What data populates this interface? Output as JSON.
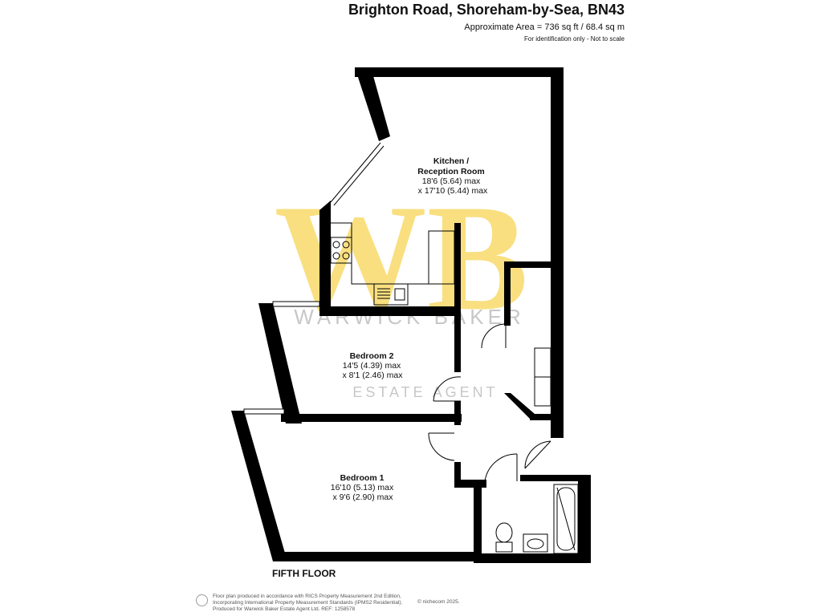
{
  "header": {
    "address": "Brighton Road, Shoreham-by-Sea, BN43",
    "area": "Approximate Area = 736 sq ft / 68.4 sq m",
    "note": "For identification only - Not to scale"
  },
  "watermark": {
    "monogram": "WB",
    "line1": "WARWICK BAKER",
    "line2": "ESTATE AGENT",
    "color": "#f5c518"
  },
  "rooms": [
    {
      "name_line1": "Kitchen /",
      "name_line2": "Reception Room",
      "dim1": "18'6 (5.64) max",
      "dim2": "x 17'10 (5.44) max"
    },
    {
      "name": "Bedroom 2",
      "dim1": "14'5 (4.39) max",
      "dim2": "x 8'1 (2.46) max"
    },
    {
      "name": "Bedroom 1",
      "dim1": "16'10 (5.13) max",
      "dim2": "x 9'6 (2.90) max"
    }
  ],
  "floor_label": "FIFTH FLOOR",
  "footer": {
    "line1": "Floor plan produced in accordance with RICS Property Measurement 2nd Edition,",
    "line2": "Incorporating International Property Measurement Standards (IPMS2 Residential).",
    "line3": "Produced for Warwick Baker Estate Agent Ltd.   REF: 1258578",
    "copyright": "© nichecom 2025."
  }
}
